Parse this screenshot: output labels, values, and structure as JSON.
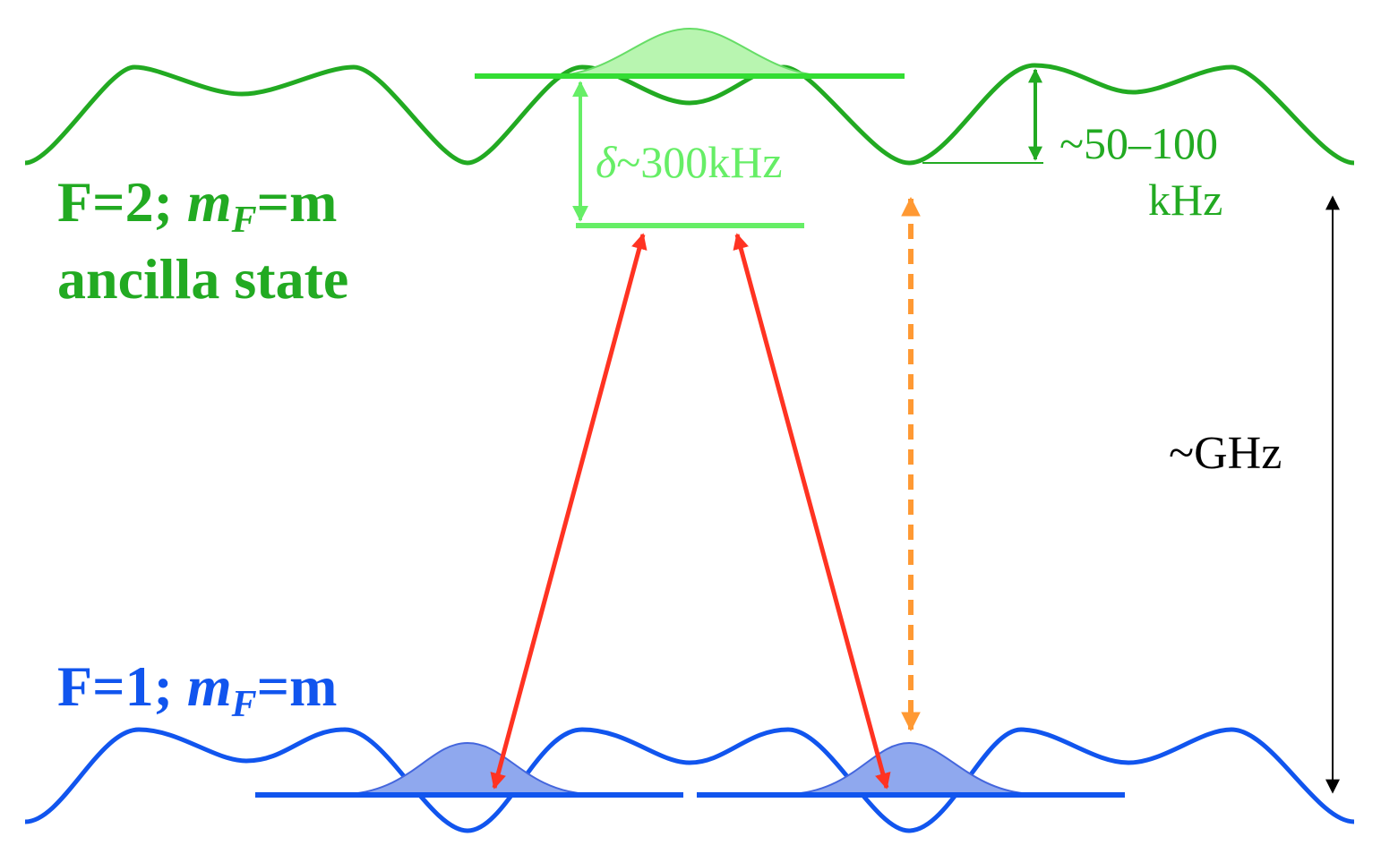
{
  "upper_level": {
    "label_line1_prefix": "F=2; ",
    "label_mf": "m",
    "label_mf_sub": "F",
    "label_line1_suffix": "=m",
    "label_line2": "ancilla state",
    "detuning_symbol": "δ",
    "detuning_value": "~300kHz",
    "depth_value": "~50–100",
    "depth_unit": "kHz"
  },
  "lower_level": {
    "label_prefix": "F=1; ",
    "label_mf": "m",
    "label_mf_sub": "F",
    "label_suffix": "=m"
  },
  "splitting_label": "~GHz",
  "colors": {
    "upper": "#22aa22",
    "upper_light": "#66ee66",
    "upper_fill": "#b8f5b0",
    "lower": "#1155ee",
    "lower_fill": "#8fa8ee",
    "raman": "#ff3322",
    "microwave": "#ff9933",
    "axis": "#000000"
  }
}
